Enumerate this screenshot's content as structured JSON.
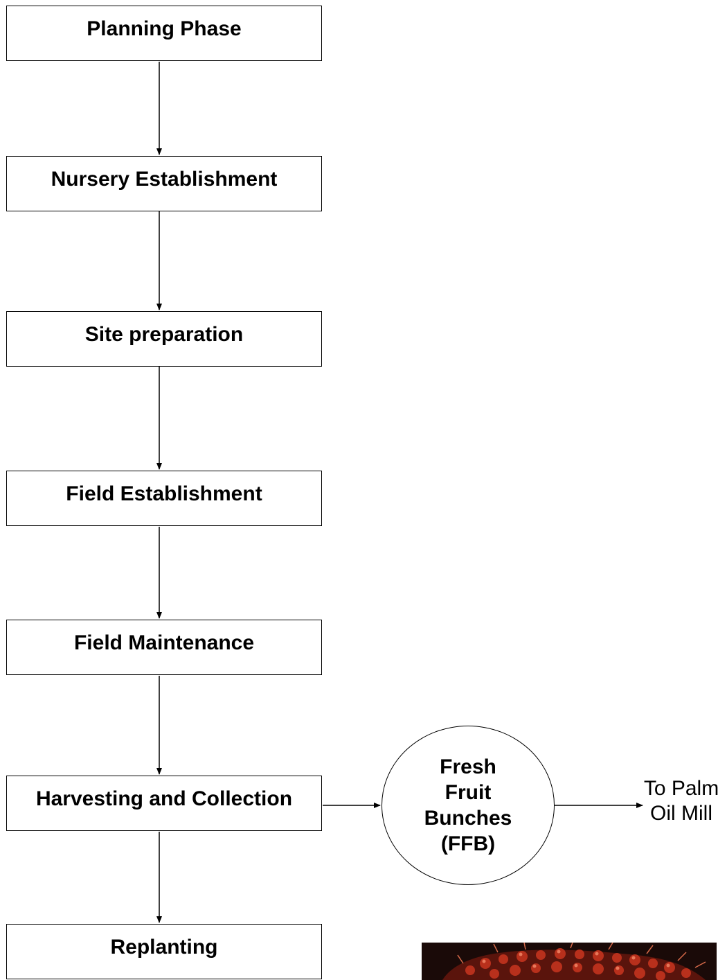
{
  "steps": [
    {
      "label": "Planning Phase"
    },
    {
      "label": "Nursery Establishment"
    },
    {
      "label": "Site preparation"
    },
    {
      "label": "Field Establishment"
    },
    {
      "label": "Field Maintenance"
    },
    {
      "label": "Harvesting and Collection"
    },
    {
      "label": "Replanting"
    }
  ],
  "product": {
    "lines": [
      "Fresh",
      "Fruit",
      "Bunches",
      "(FFB)"
    ]
  },
  "destination": {
    "lines": [
      "To Palm",
      "Oil Mill"
    ]
  },
  "photo": {
    "subject": "oil-palm-fresh-fruit-bunch",
    "colors": [
      "#1a0a08",
      "#7a1a10",
      "#c23a22",
      "#e8785a"
    ]
  }
}
